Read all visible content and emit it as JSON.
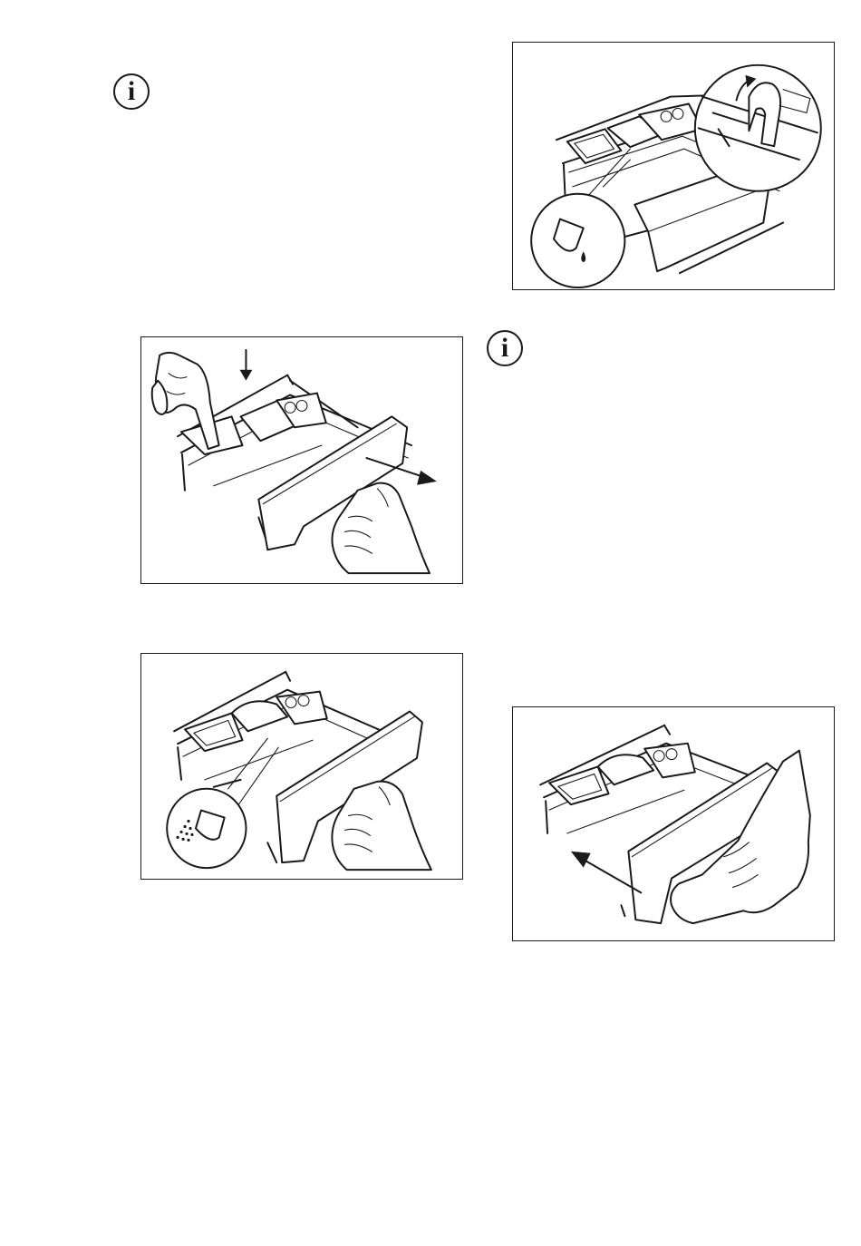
{
  "page": {
    "icons": [
      "info-icon",
      "info-icon"
    ],
    "figures": [
      {
        "depicts": "dispenser-open-with-liquid-flap-zoom",
        "icon": "liquid-detergent-icon"
      },
      {
        "depicts": "press-lever-pull-out-drawer",
        "icon": "down-arrow-icon"
      },
      {
        "depicts": "drawer-open-powder-compartment",
        "icon": "powder-detergent-icon"
      },
      {
        "depicts": "push-drawer-closed",
        "icon": "left-arrow-icon"
      }
    ]
  }
}
